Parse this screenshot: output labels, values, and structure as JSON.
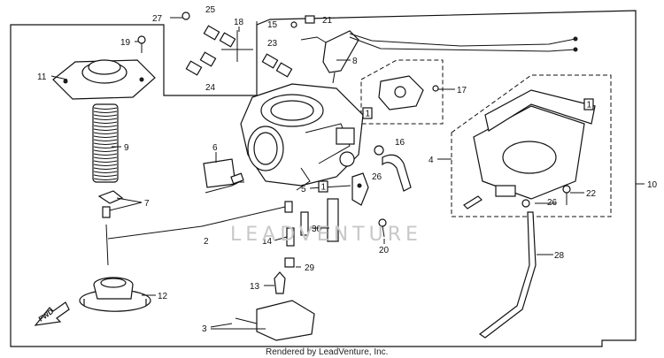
{
  "diagram": {
    "watermark": "LEADVENTURE",
    "credit": "Rendered by LeadVenture, Inc.",
    "direction_label": "FWD",
    "callouts": {
      "c1": "1",
      "c2": "2",
      "c3": "3",
      "c4": "4",
      "c5": "5",
      "c6": "6",
      "c7": "7",
      "c8": "8",
      "c9": "9",
      "c10": "10",
      "c11": "11",
      "c12": "12",
      "c13": "13",
      "c14": "14",
      "c15": "15",
      "c16": "16",
      "c17": "17",
      "c18": "18",
      "c19": "19",
      "c20": "20",
      "c21": "21",
      "c22": "22",
      "c23": "23",
      "c24": "24",
      "c25": "25",
      "c26a": "26",
      "c26b": "26",
      "c27": "27",
      "c28": "28",
      "c29": "29",
      "c30": "30"
    },
    "boxed_labels": {
      "b1": "1",
      "b2": "1",
      "b3": "1"
    }
  }
}
